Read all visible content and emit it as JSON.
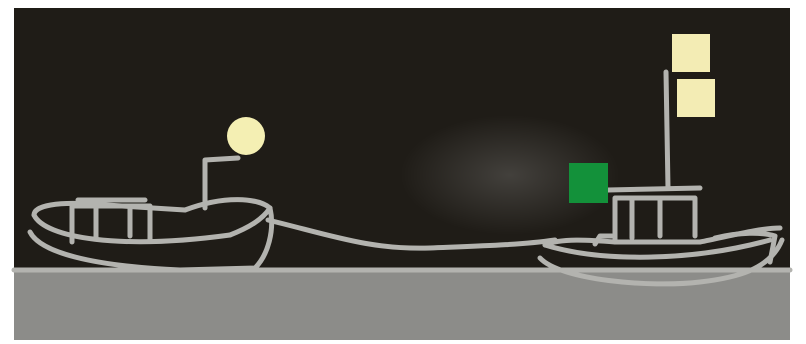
{
  "scene": {
    "sky_color": "#1f1c17",
    "water_color": "#8c8c89",
    "outline_color": "#b3b3af",
    "page_color": "#ffffff"
  },
  "lights": {
    "masthead_round": {
      "shape": "circle",
      "color": "#f4efb3"
    },
    "masthead_top": {
      "shape": "square",
      "color": "#f3ecb4"
    },
    "masthead_lower": {
      "shape": "square",
      "color": "#f3ecb4"
    },
    "starboard_side": {
      "shape": "square",
      "color": "#13913a"
    }
  }
}
